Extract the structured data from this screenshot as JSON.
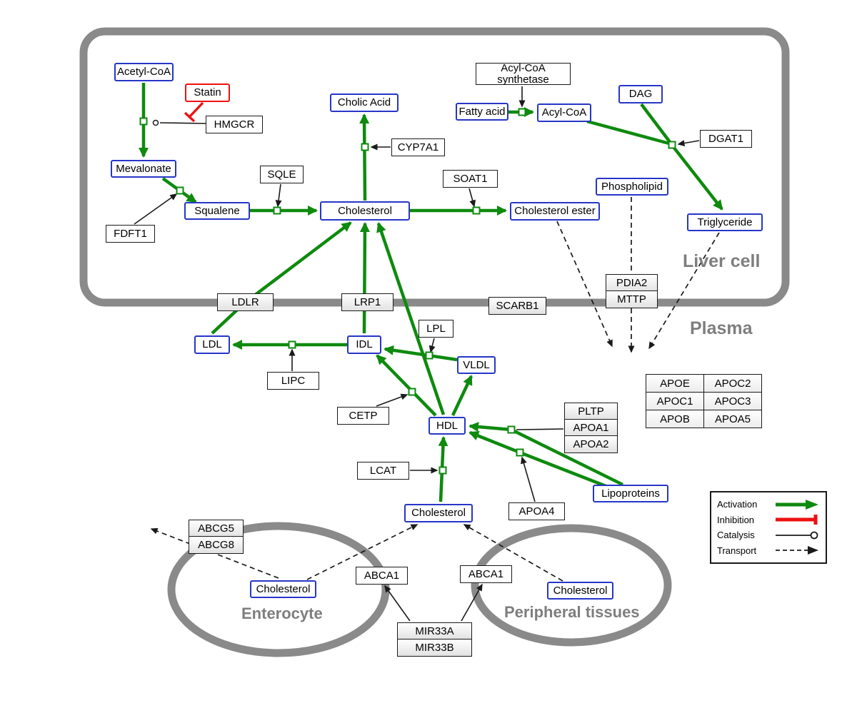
{
  "compartments": {
    "liver": "Liver cell",
    "plasma": "Plasma",
    "enterocyte": "Enterocyte",
    "peripheral": "Peripheral tissues"
  },
  "nodes": {
    "acetyl_coa": "Acetyl-CoA",
    "statin": "Statin",
    "hmgcr": "HMGCR",
    "mevalonate": "Mevalonate",
    "fdft1": "FDFT1",
    "squalene": "Squalene",
    "sqle": "SQLE",
    "cholic_acid": "Cholic Acid",
    "cyp7a1": "CYP7A1",
    "cholesterol_liver": "Cholesterol",
    "soat1": "SOAT1",
    "cholesterol_ester": "Cholesterol ester",
    "acs_l1": "Acyl-CoA",
    "acs_l2": "synthetase",
    "fatty_acid": "Fatty acid",
    "acyl_coa": "Acyl-CoA",
    "dag": "DAG",
    "dgat1": "DGAT1",
    "phospholipid": "Phospholipid",
    "triglyceride": "Triglyceride",
    "ldlr": "LDLR",
    "lrp1": "LRP1",
    "scarb1": "SCARB1",
    "pdia2": "PDIA2",
    "mttp": "MTTP",
    "ldl": "LDL",
    "idl": "IDL",
    "lipc": "LIPC",
    "lpl": "LPL",
    "vldl": "VLDL",
    "cetp": "CETP",
    "hdl": "HDL",
    "lcat": "LCAT",
    "pltp": "PLTP",
    "apoa1": "APOA1",
    "apoa2": "APOA2",
    "apoa4": "APOA4",
    "lipoproteins": "Lipoproteins",
    "cholesterol_plasma": "Cholesterol",
    "abcg5": "ABCG5",
    "abcg8": "ABCG8",
    "cholesterol_enterocyte": "Cholesterol",
    "abca1_left": "ABCA1",
    "abca1_right": "ABCA1",
    "mir33a": "MIR33A",
    "mir33b": "MIR33B",
    "cholesterol_peripheral": "Cholesterol"
  },
  "apo_table": {
    "rows": [
      [
        "APOE",
        "APOC2"
      ],
      [
        "APOC1",
        "APOC3"
      ],
      [
        "APOB",
        "APOA5"
      ]
    ]
  },
  "legend": {
    "items": [
      {
        "label": "Activation"
      },
      {
        "label": "Inhibition"
      },
      {
        "label": "Catalysis"
      },
      {
        "label": "Transport"
      }
    ]
  },
  "colors": {
    "activation": "#0e8a0e",
    "inhibition": "#ee1111",
    "metabolite": "#2636c8",
    "membrane": "#8a8a8a"
  }
}
